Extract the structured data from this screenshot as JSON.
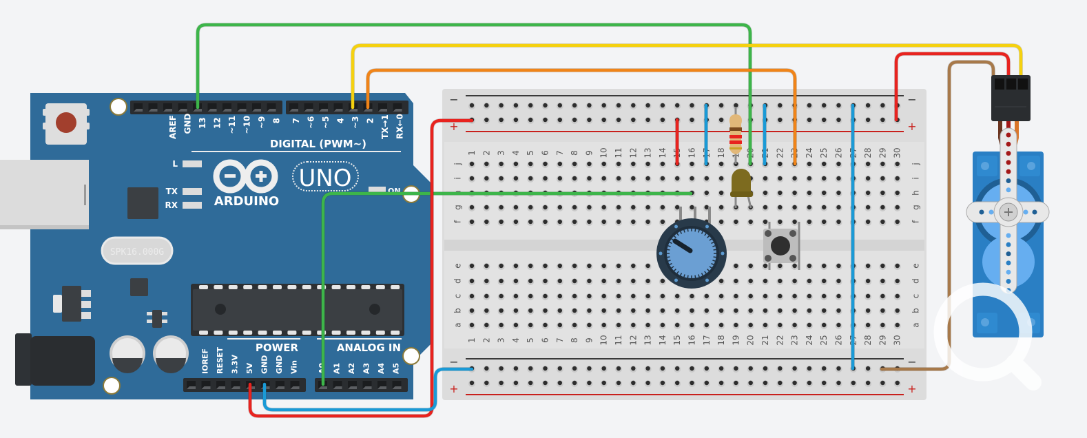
{
  "scene": {
    "title": "Arduino circuit: potentiometer, LED, pushbutton and servo",
    "background_color": "#f3f4f6"
  },
  "arduino": {
    "board_color": "#2f6b99",
    "brand": "ARDUINO",
    "model": "UNO",
    "digital_header_label": "DIGITAL (PWM~)",
    "power_header_label": "POWER",
    "analog_header_label": "ANALOG IN",
    "digital_pins_left": [
      "AREF",
      "GND",
      "13",
      "12",
      "~11",
      "~10",
      "~9",
      "8"
    ],
    "digital_pins_right": [
      "7",
      "~6",
      "~5",
      "4",
      "~3",
      "2",
      "TX→1",
      "RX←0"
    ],
    "power_pins": [
      "",
      "IOREF",
      "RESET",
      "3.3V",
      "5V",
      "GND",
      "GND",
      "Vin"
    ],
    "analog_pins": [
      "A0",
      "A1",
      "A2",
      "A3",
      "A4",
      "A5"
    ],
    "leds": [
      "L",
      "TX",
      "RX"
    ],
    "on_led_label": "ON",
    "crystal_label": "SPK16.000G"
  },
  "breadboard": {
    "columns": [
      "1",
      "2",
      "3",
      "4",
      "5",
      "6",
      "7",
      "8",
      "9",
      "10",
      "11",
      "12",
      "13",
      "14",
      "15",
      "16",
      "17",
      "18",
      "19",
      "20",
      "21",
      "22",
      "23",
      "24",
      "25",
      "26",
      "27",
      "28",
      "29",
      "30"
    ],
    "rows_top": [
      "j",
      "i",
      "h",
      "g",
      "f"
    ],
    "rows_bottom": [
      "e",
      "d",
      "c",
      "b",
      "a"
    ],
    "rail_minus": "−",
    "rail_plus": "+"
  },
  "components": {
    "resistor": {
      "name": "resistor",
      "bands": [
        "#7a4a1e",
        "#e8231f",
        "#e8231f",
        "#c9a227"
      ]
    },
    "led": {
      "name": "led",
      "color": "#7d6b1f"
    },
    "potentiometer": {
      "name": "potentiometer"
    },
    "pushbutton": {
      "name": "pushbutton"
    },
    "servo": {
      "name": "servo",
      "color": "#2a7fc4"
    }
  },
  "wires": [
    {
      "id": "pin13-to-col20",
      "color": "#3db54a"
    },
    {
      "id": "pin3-to-servo-signal",
      "color": "#f5d10f"
    },
    {
      "id": "pin2-to-col23",
      "color": "#f08418"
    },
    {
      "id": "a0-to-h15",
      "color": "#3db54a"
    },
    {
      "id": "5v-to-plus-rail",
      "color": "#e8231f"
    },
    {
      "id": "gnd-to-minus-rail",
      "color": "#1a9ad6"
    },
    {
      "id": "servo-power",
      "color": "#e8231f"
    },
    {
      "id": "servo-ground",
      "color": "#a7794a"
    },
    {
      "id": "jumper-col15-plus",
      "color": "#e8231f"
    },
    {
      "id": "jumper-col17-minus",
      "color": "#1a9ad6"
    },
    {
      "id": "jumper-col21-minus",
      "color": "#1a9ad6"
    },
    {
      "id": "jumper-col27-rails",
      "color": "#1a9ad6"
    }
  ],
  "overlay": {
    "icon": "magnifier-icon"
  }
}
